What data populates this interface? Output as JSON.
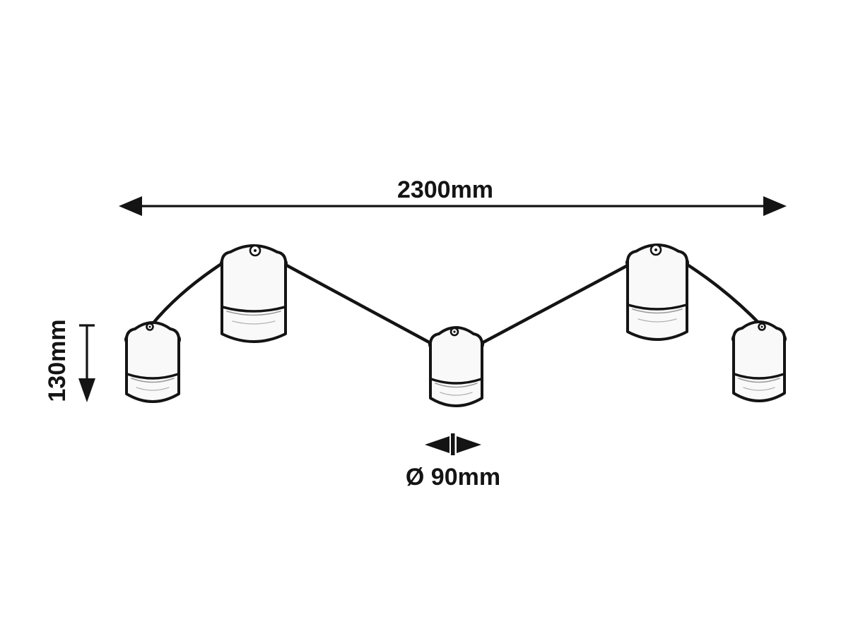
{
  "page": {
    "background_color": "#ffffff"
  },
  "diagram": {
    "line_color": "#141414",
    "body_fill_color": "#f9f9f9",
    "spotlight_count": 5,
    "dimensions": {
      "width_label": "2300mm",
      "height_label": "130mm",
      "diameter_label": "Ø 90mm"
    }
  }
}
